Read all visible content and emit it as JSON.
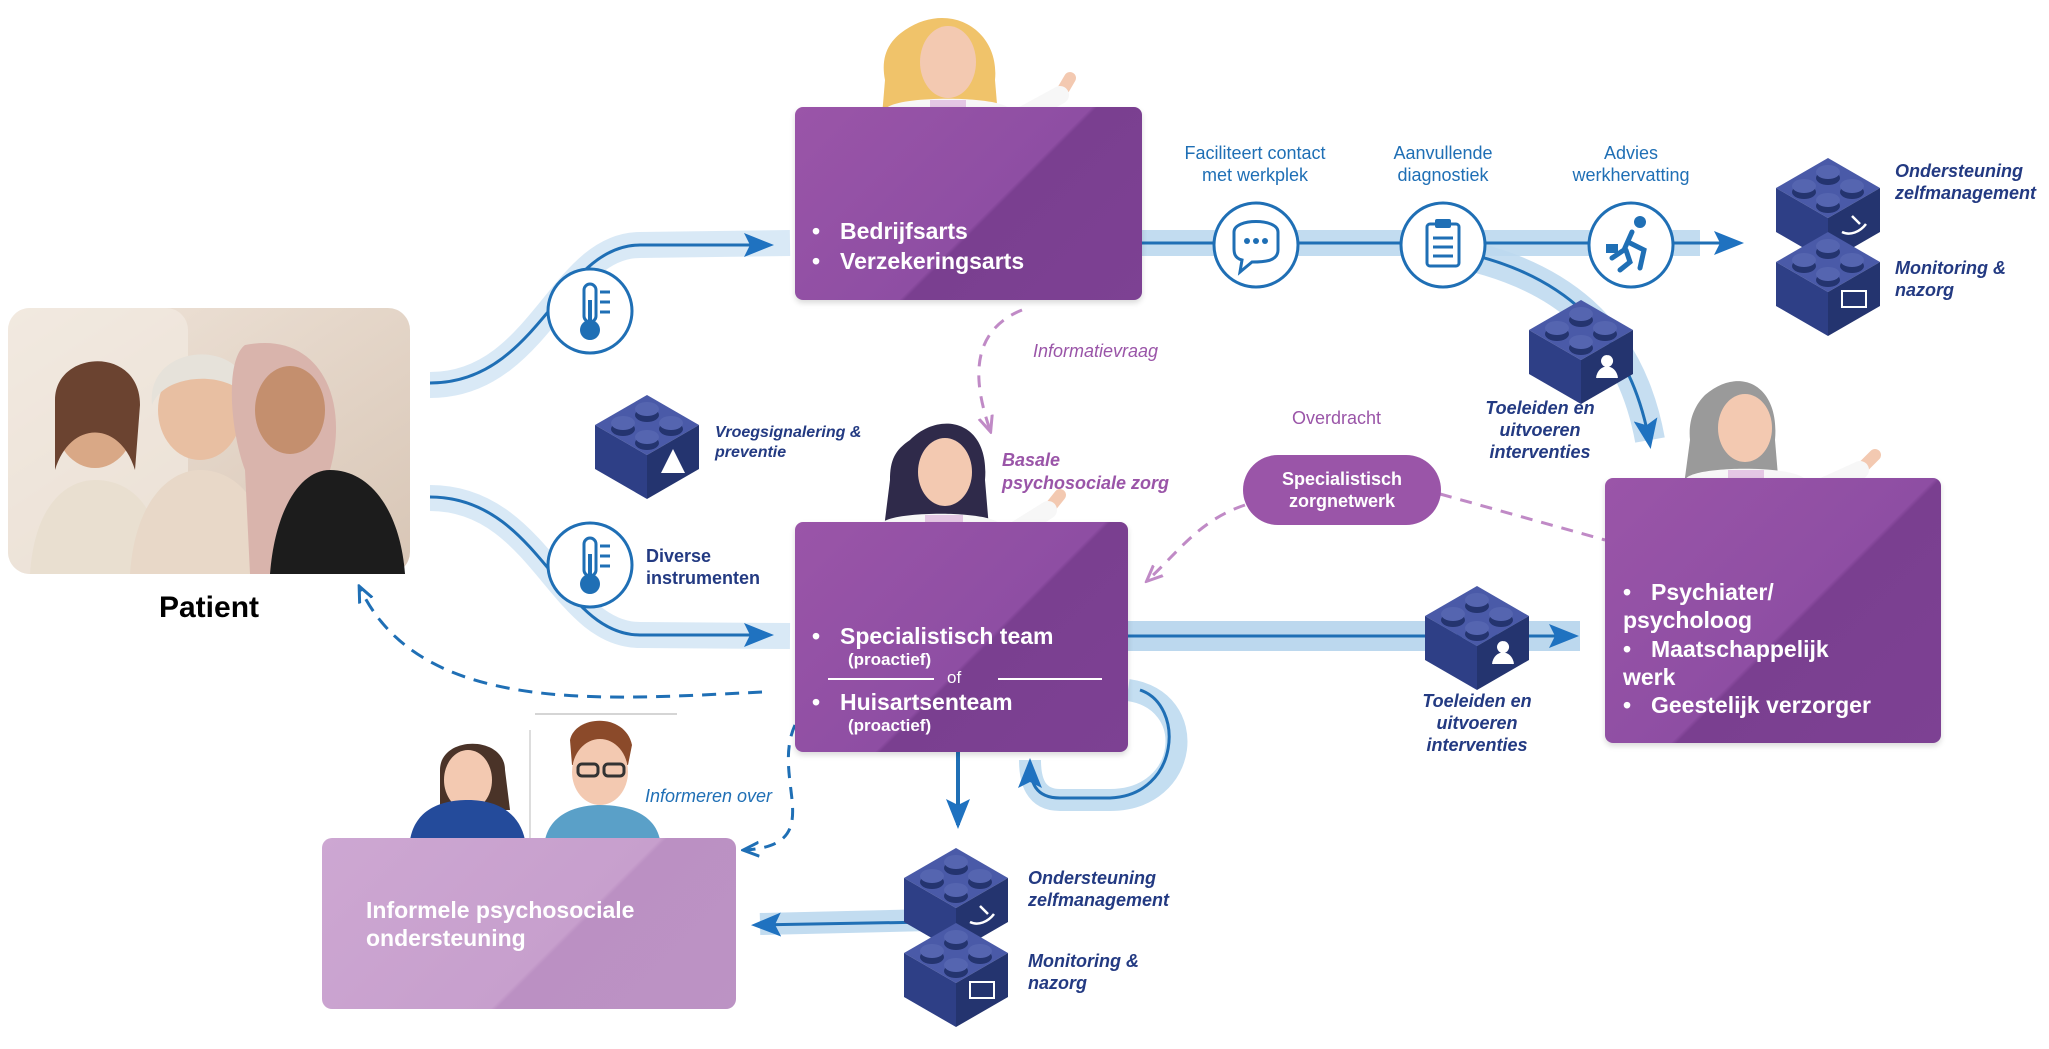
{
  "patient": {
    "label": "Patient"
  },
  "occupational_box": {
    "items": [
      "Bedrijfsarts",
      "Verzekeringsarts"
    ]
  },
  "top_steps": [
    {
      "label": "Faciliteert contact\nmet werkplek",
      "icon": "chat-icon"
    },
    {
      "label": "Aanvullende\ndiagnostiek",
      "icon": "clipboard-icon"
    },
    {
      "label": "Advies\nwerkhervatting",
      "icon": "running-person-icon"
    }
  ],
  "top_right_blocks": [
    {
      "label": "Ondersteuning\nzelfmanagement",
      "icon": "self-management-icon"
    },
    {
      "label": "Monitoring &\nnazorg",
      "icon": "monitor-icon"
    }
  ],
  "top_toeleiden": {
    "label": "Toeleiden en\nuitvoeren\ninterventies"
  },
  "informatievraag": {
    "label": "Informatievraag"
  },
  "vroegsignalering": {
    "label": "Vroegsignalering &\npreventie"
  },
  "basale": {
    "label": "Basale\npsychosociale zorg"
  },
  "overdracht": {
    "label": "Overdracht"
  },
  "specialistisch_netwerk": {
    "label": "Specialistisch\nzorgnetwerk"
  },
  "diverse_instrumenten": {
    "label": "Diverse\ninstrumenten"
  },
  "team_box": {
    "item1": "Specialistisch team",
    "item1_sub": "(proactief)",
    "separator": "of",
    "item2": "Huisartsenteam",
    "item2_sub": "(proactief)"
  },
  "mid_toeleiden": {
    "label": "Toeleiden en\nuitvoeren\ninterventies"
  },
  "specialist_box": {
    "items": [
      "Psychiater/\npsycholoog",
      "Maatschappelijk\nwerk",
      "Geestelijk verzorger"
    ]
  },
  "informeren": {
    "label": "Informeren over"
  },
  "informal_box": {
    "label": "Informele psychosociale\nondersteuning"
  },
  "bottom_blocks": [
    {
      "label": "Ondersteuning\nzelfmanagement"
    },
    {
      "label": "Monitoring &\nnazorg"
    }
  ],
  "colors": {
    "purple": "#8e4ea3",
    "light_purple": "#c79fcd",
    "blue": "#1f6fb5",
    "navy": "#233a82",
    "block_navy": "#2e3f86"
  }
}
